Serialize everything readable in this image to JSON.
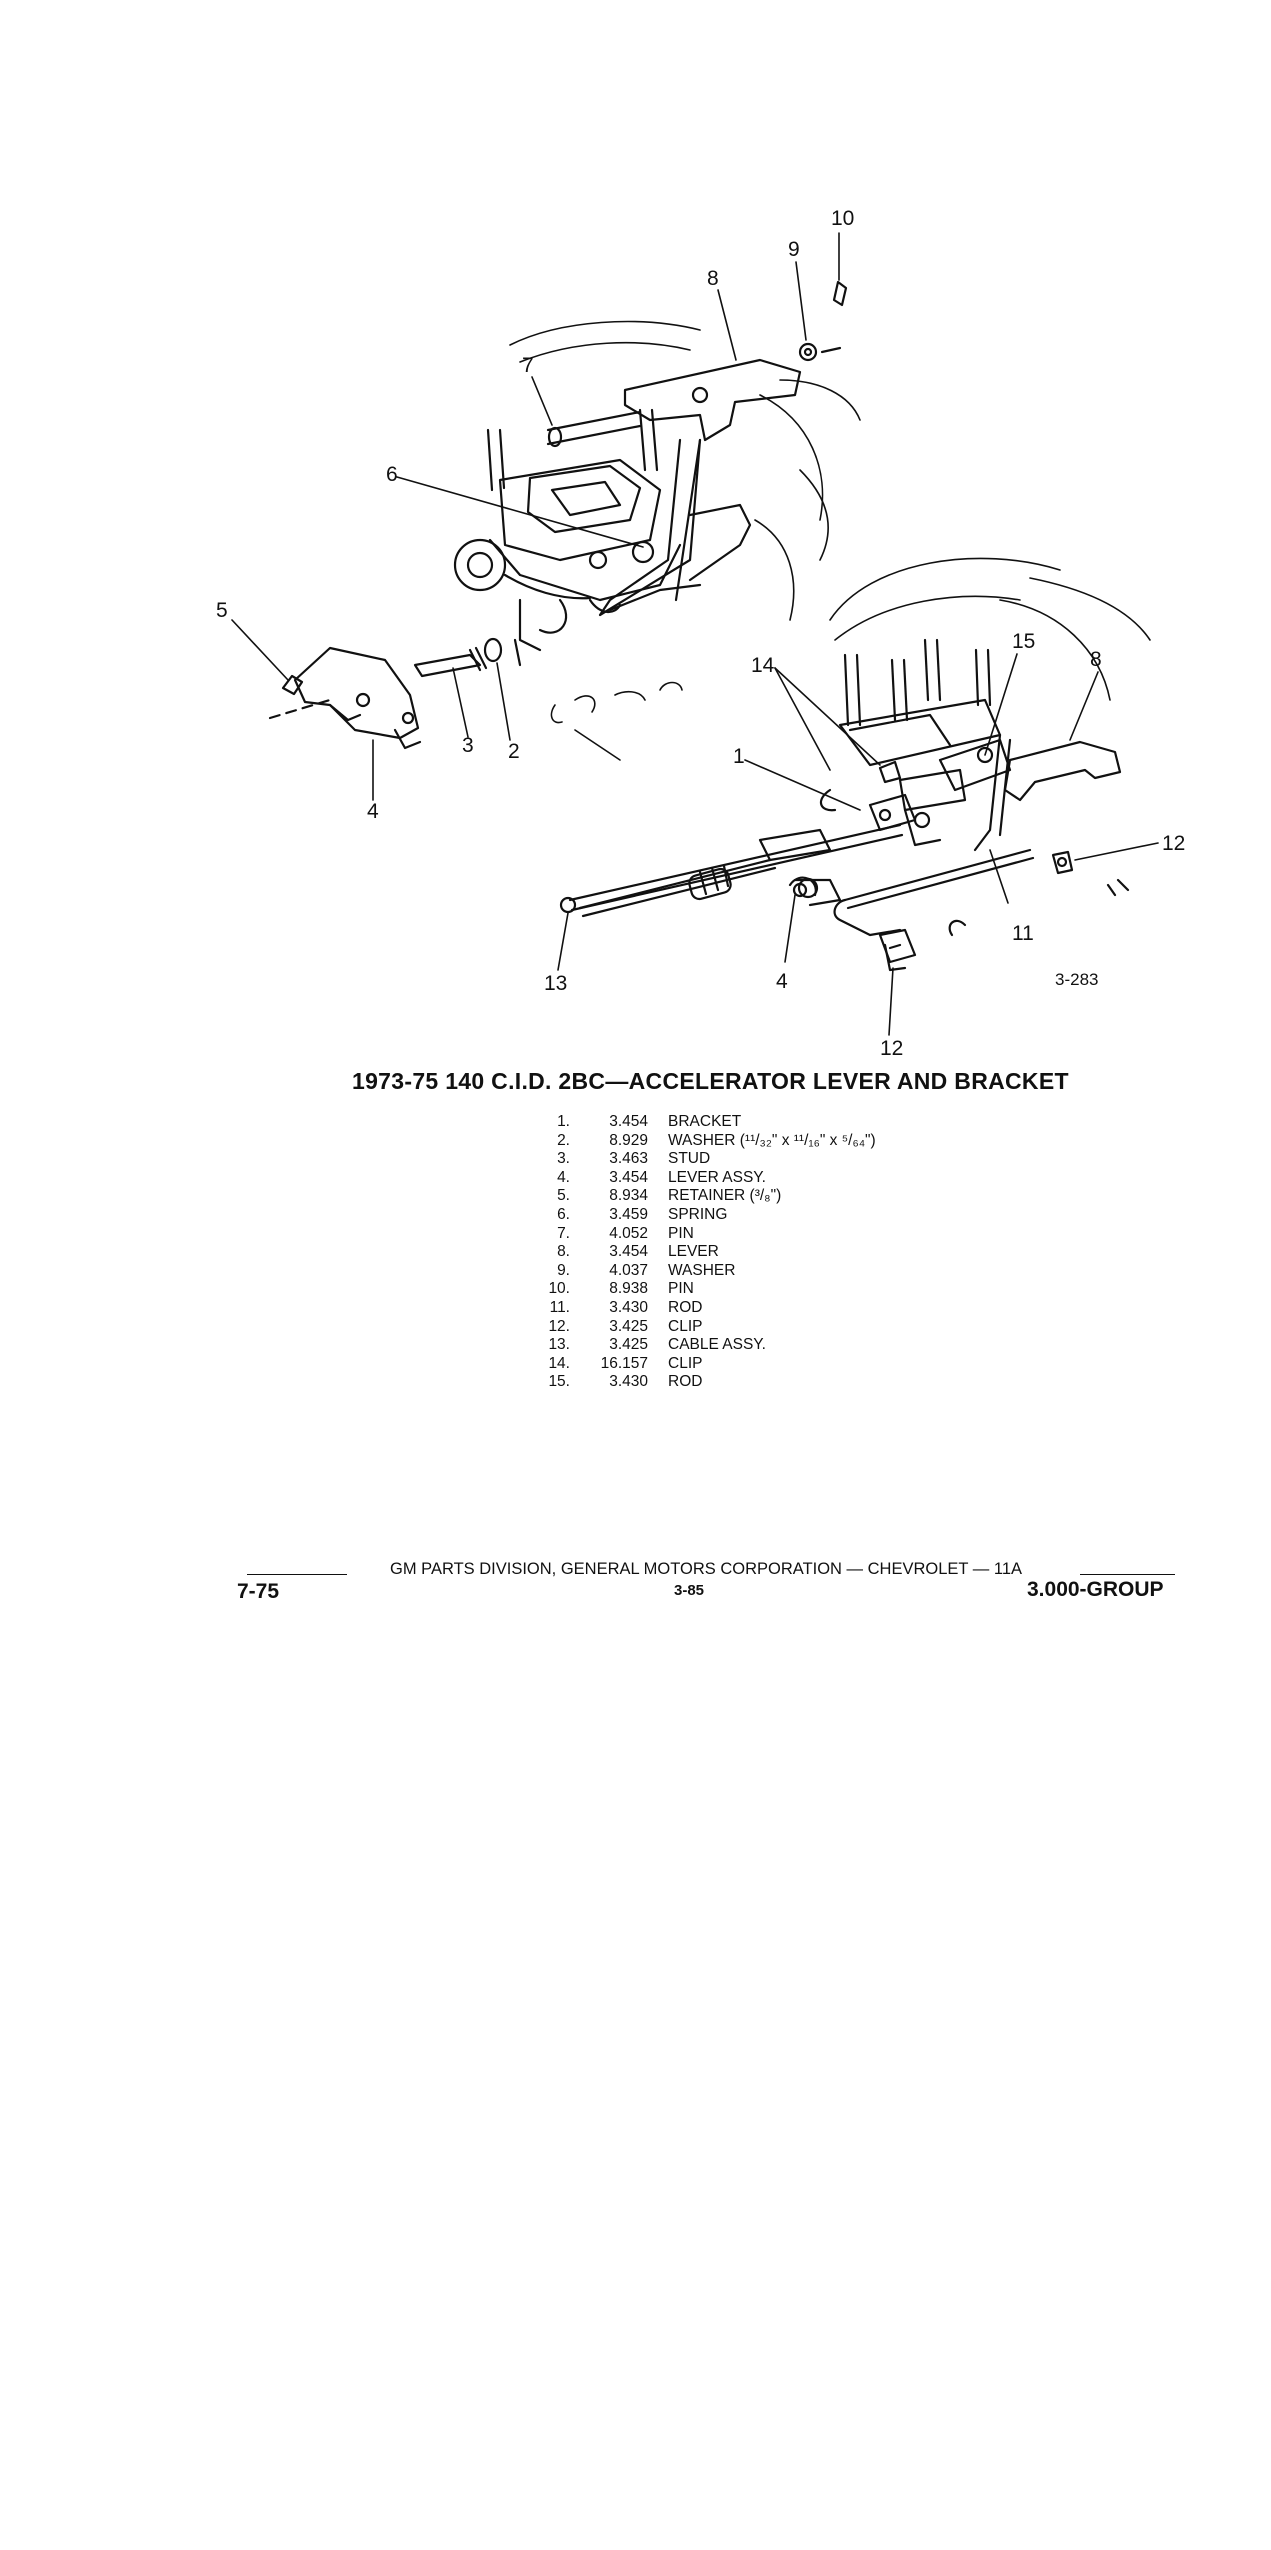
{
  "diagram": {
    "callouts": [
      "10",
      "9",
      "8",
      "7",
      "6",
      "5",
      "3",
      "2",
      "4",
      "14",
      "15",
      "8",
      "1",
      "12",
      "13",
      "4",
      "11",
      "12"
    ],
    "figure_code": "3-283"
  },
  "title": "1973-75 140 C.I.D. 2BC—ACCELERATOR LEVER AND BRACKET",
  "parts": [
    {
      "num": "1.",
      "code": "3.454",
      "desc": "BRACKET"
    },
    {
      "num": "2.",
      "code": "8.929",
      "desc": "WASHER (¹¹/₃₂\" x ¹¹/₁₆\" x ⁵/₆₄\")"
    },
    {
      "num": "3.",
      "code": "3.463",
      "desc": "STUD"
    },
    {
      "num": "4.",
      "code": "3.454",
      "desc": "LEVER ASSY."
    },
    {
      "num": "5.",
      "code": "8.934",
      "desc": "RETAINER (³/₈\")"
    },
    {
      "num": "6.",
      "code": "3.459",
      "desc": "SPRING"
    },
    {
      "num": "7.",
      "code": "4.052",
      "desc": "PIN"
    },
    {
      "num": "8.",
      "code": "3.454",
      "desc": "LEVER"
    },
    {
      "num": "9.",
      "code": "4.037",
      "desc": "WASHER"
    },
    {
      "num": "10.",
      "code": "8.938",
      "desc": "PIN"
    },
    {
      "num": "11.",
      "code": "3.430",
      "desc": "ROD"
    },
    {
      "num": "12.",
      "code": "3.425",
      "desc": "CLIP"
    },
    {
      "num": "13.",
      "code": "3.425",
      "desc": "CABLE ASSY."
    },
    {
      "num": "14.",
      "code": "16.157",
      "desc": "CLIP"
    },
    {
      "num": "15.",
      "code": "3.430",
      "desc": "ROD"
    }
  ],
  "footer": {
    "date": "7-75",
    "publisher": "GM PARTS DIVISION, GENERAL MOTORS CORPORATION — CHEVROLET — 11A",
    "page": "3-85",
    "group": "3.000-GROUP"
  }
}
